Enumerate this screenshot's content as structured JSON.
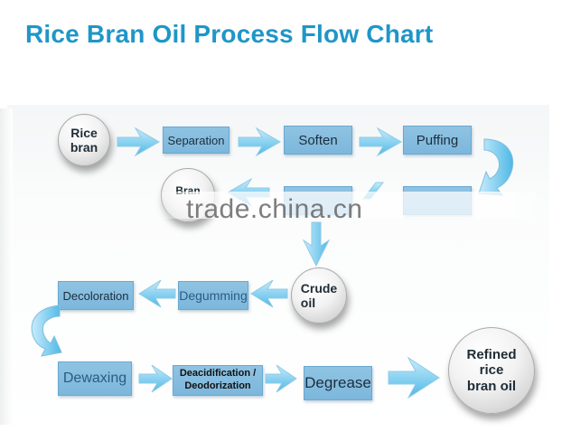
{
  "title": "Rice Bran Oil Process Flow Chart",
  "watermark": "trade.china.cn",
  "colors": {
    "title": "#1f96c8",
    "step_box": "#85bde0",
    "arrow": "#5fc0e8",
    "node_circle": "#eeeeee"
  },
  "nodes": {
    "rice_bran": "Rice bran",
    "rice_bran_line1": "Rice",
    "rice_bran_line2": "bran",
    "bran": "Bran",
    "crude_oil_line1": "Crude",
    "crude_oil_line2": "oil",
    "refined_line1": "Refined",
    "refined_line2": "rice",
    "refined_line3": "bran oil"
  },
  "steps": {
    "separation": "Separation",
    "soften": "Soften",
    "puffing": "Puffing",
    "hidden_1": "",
    "hidden_2": "",
    "degumming": "Degumming",
    "decoloration": "Decoloration",
    "dewaxing": "Dewaxing",
    "deacid_line1": "Deacidification /",
    "deacid_line2": "Deodorization",
    "degrease": "Degrease"
  },
  "flow": [
    "Rice bran",
    "Separation",
    "Soften",
    "Puffing",
    "(hidden step)",
    "(hidden step)",
    "Bran",
    "Crude oil",
    "Degumming",
    "Decoloration",
    "Dewaxing",
    "Deacidification / Deodorization",
    "Degrease",
    "Refined rice bran oil"
  ]
}
